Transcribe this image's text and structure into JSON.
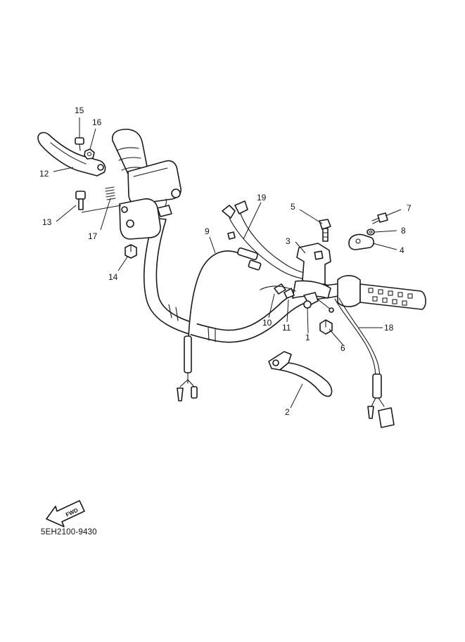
{
  "diagram": {
    "code": "5EH2100-9430",
    "direction_label": "FWD",
    "callouts": {
      "c1": "1",
      "c2": "2",
      "c3": "3",
      "c4": "4",
      "c5": "5",
      "c6": "6",
      "c7": "7",
      "c8": "8",
      "c9": "9",
      "c10": "10",
      "c11": "11",
      "c12": "12",
      "c13": "13",
      "c14": "14",
      "c15": "15",
      "c16": "16",
      "c17": "17",
      "c18": "18",
      "c19": "19"
    }
  }
}
